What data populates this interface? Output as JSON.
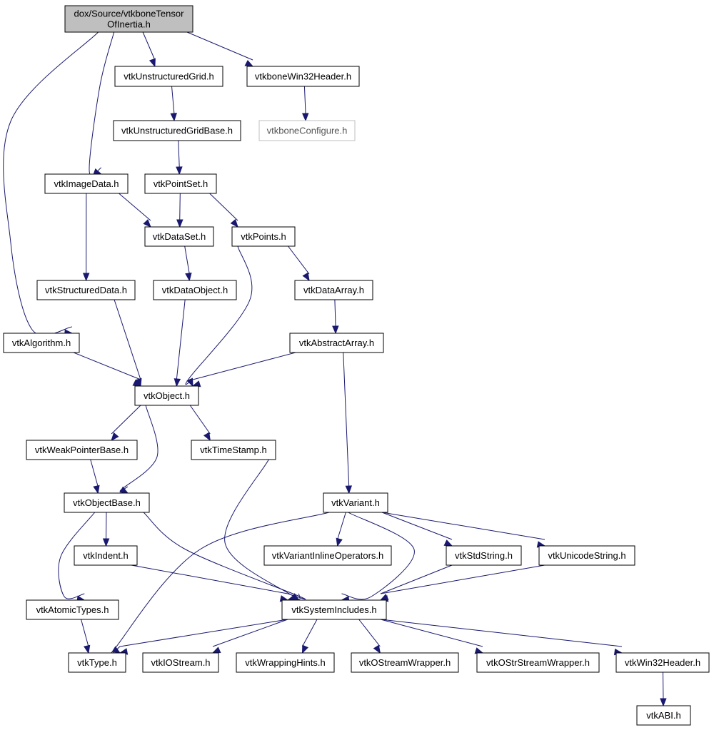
{
  "graph": {
    "nodes": [
      {
        "id": "root",
        "label": [
          "dox/Source/vtkboneTensor",
          "OfInertia.h"
        ],
        "style": "root"
      },
      {
        "id": "vtkUnstructuredGrid",
        "label": [
          "vtkUnstructuredGrid.h"
        ]
      },
      {
        "id": "vtkboneWin32Header",
        "label": [
          "vtkboneWin32Header.h"
        ]
      },
      {
        "id": "vtkUnstructuredGridBase",
        "label": [
          "vtkUnstructuredGridBase.h"
        ]
      },
      {
        "id": "vtkboneConfigure",
        "label": [
          "vtkboneConfigure.h"
        ],
        "style": "muted"
      },
      {
        "id": "vtkImageData",
        "label": [
          "vtkImageData.h"
        ]
      },
      {
        "id": "vtkPointSet",
        "label": [
          "vtkPointSet.h"
        ]
      },
      {
        "id": "vtkDataSet",
        "label": [
          "vtkDataSet.h"
        ]
      },
      {
        "id": "vtkPoints",
        "label": [
          "vtkPoints.h"
        ]
      },
      {
        "id": "vtkStructuredData",
        "label": [
          "vtkStructuredData.h"
        ]
      },
      {
        "id": "vtkDataObject",
        "label": [
          "vtkDataObject.h"
        ]
      },
      {
        "id": "vtkDataArray",
        "label": [
          "vtkDataArray.h"
        ]
      },
      {
        "id": "vtkAlgorithm",
        "label": [
          "vtkAlgorithm.h"
        ]
      },
      {
        "id": "vtkAbstractArray",
        "label": [
          "vtkAbstractArray.h"
        ]
      },
      {
        "id": "vtkObject",
        "label": [
          "vtkObject.h"
        ]
      },
      {
        "id": "vtkWeakPointerBase",
        "label": [
          "vtkWeakPointerBase.h"
        ]
      },
      {
        "id": "vtkTimeStamp",
        "label": [
          "vtkTimeStamp.h"
        ]
      },
      {
        "id": "vtkObjectBase",
        "label": [
          "vtkObjectBase.h"
        ]
      },
      {
        "id": "vtkVariant",
        "label": [
          "vtkVariant.h"
        ]
      },
      {
        "id": "vtkIndent",
        "label": [
          "vtkIndent.h"
        ]
      },
      {
        "id": "vtkVariantInlineOperators",
        "label": [
          "vtkVariantInlineOperators.h"
        ]
      },
      {
        "id": "vtkStdString",
        "label": [
          "vtkStdString.h"
        ]
      },
      {
        "id": "vtkUnicodeString",
        "label": [
          "vtkUnicodeString.h"
        ]
      },
      {
        "id": "vtkAtomicTypes",
        "label": [
          "vtkAtomicTypes.h"
        ]
      },
      {
        "id": "vtkSystemIncludes",
        "label": [
          "vtkSystemIncludes.h"
        ]
      },
      {
        "id": "vtkType",
        "label": [
          "vtkType.h"
        ]
      },
      {
        "id": "vtkIOStream",
        "label": [
          "vtkIOStream.h"
        ]
      },
      {
        "id": "vtkWrappingHints",
        "label": [
          "vtkWrappingHints.h"
        ]
      },
      {
        "id": "vtkOStreamWrapper",
        "label": [
          "vtkOStreamWrapper.h"
        ]
      },
      {
        "id": "vtkOStrStreamWrapper",
        "label": [
          "vtkOStrStreamWrapper.h"
        ]
      },
      {
        "id": "vtkWin32Header",
        "label": [
          "vtkWin32Header.h"
        ]
      },
      {
        "id": "vtkABI",
        "label": [
          "vtkABI.h"
        ]
      }
    ],
    "edges": [
      [
        "root",
        "vtkAlgorithm"
      ],
      [
        "root",
        "vtkImageData"
      ],
      [
        "root",
        "vtkUnstructuredGrid"
      ],
      [
        "root",
        "vtkboneWin32Header"
      ],
      [
        "vtkUnstructuredGrid",
        "vtkUnstructuredGridBase"
      ],
      [
        "vtkboneWin32Header",
        "vtkboneConfigure"
      ],
      [
        "vtkUnstructuredGridBase",
        "vtkPointSet"
      ],
      [
        "vtkImageData",
        "vtkDataSet"
      ],
      [
        "vtkImageData",
        "vtkStructuredData"
      ],
      [
        "vtkPointSet",
        "vtkDataSet"
      ],
      [
        "vtkPointSet",
        "vtkPoints"
      ],
      [
        "vtkDataSet",
        "vtkDataObject"
      ],
      [
        "vtkPoints",
        "vtkDataArray"
      ],
      [
        "vtkPoints",
        "vtkObject"
      ],
      [
        "vtkDataArray",
        "vtkAbstractArray"
      ],
      [
        "vtkStructuredData",
        "vtkObject"
      ],
      [
        "vtkDataObject",
        "vtkObject"
      ],
      [
        "vtkAlgorithm",
        "vtkObject"
      ],
      [
        "vtkAbstractArray",
        "vtkObject"
      ],
      [
        "vtkAbstractArray",
        "vtkVariant"
      ],
      [
        "vtkObject",
        "vtkWeakPointerBase"
      ],
      [
        "vtkObject",
        "vtkTimeStamp"
      ],
      [
        "vtkObject",
        "vtkObjectBase"
      ],
      [
        "vtkWeakPointerBase",
        "vtkObjectBase"
      ],
      [
        "vtkTimeStamp",
        "vtkSystemIncludes"
      ],
      [
        "vtkObjectBase",
        "vtkIndent"
      ],
      [
        "vtkObjectBase",
        "vtkAtomicTypes"
      ],
      [
        "vtkObjectBase",
        "vtkSystemIncludes"
      ],
      [
        "vtkIndent",
        "vtkSystemIncludes"
      ],
      [
        "vtkVariant",
        "vtkVariantInlineOperators"
      ],
      [
        "vtkVariant",
        "vtkStdString"
      ],
      [
        "vtkVariant",
        "vtkUnicodeString"
      ],
      [
        "vtkVariant",
        "vtkSystemIncludes"
      ],
      [
        "vtkVariant",
        "vtkType"
      ],
      [
        "vtkStdString",
        "vtkSystemIncludes"
      ],
      [
        "vtkUnicodeString",
        "vtkSystemIncludes"
      ],
      [
        "vtkAtomicTypes",
        "vtkType"
      ],
      [
        "vtkSystemIncludes",
        "vtkType"
      ],
      [
        "vtkSystemIncludes",
        "vtkIOStream"
      ],
      [
        "vtkSystemIncludes",
        "vtkWrappingHints"
      ],
      [
        "vtkSystemIncludes",
        "vtkOStreamWrapper"
      ],
      [
        "vtkSystemIncludes",
        "vtkOStrStreamWrapper"
      ],
      [
        "vtkSystemIncludes",
        "vtkWin32Header"
      ],
      [
        "vtkWin32Header",
        "vtkABI"
      ]
    ],
    "colors": {
      "edge": "#191970",
      "node_border": "#000000",
      "root_fill": "#bfbfbf",
      "muted_border": "#bfbfbf"
    }
  }
}
